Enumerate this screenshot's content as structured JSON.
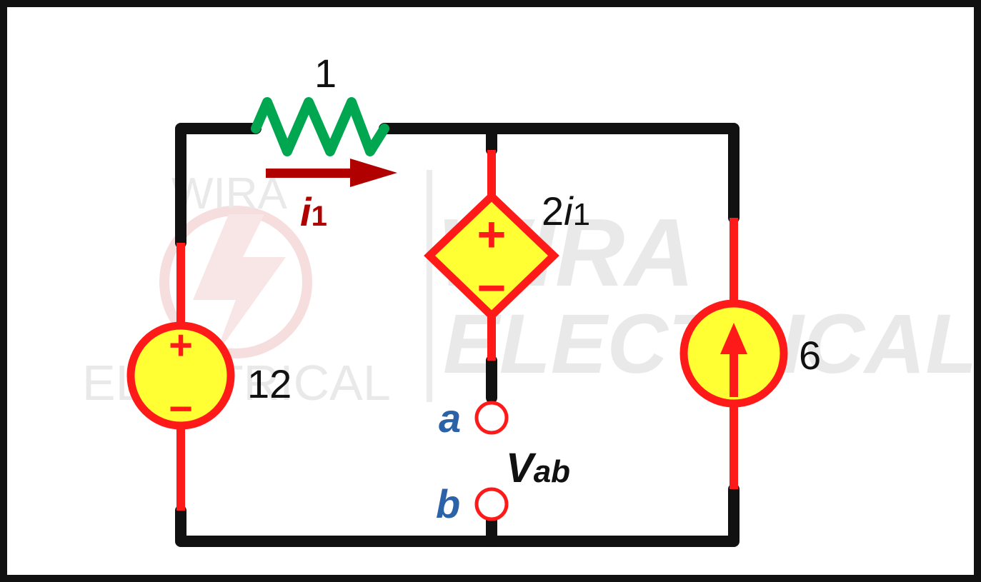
{
  "diagram": {
    "type": "circuit",
    "watermark": {
      "left_top": "WIRA",
      "left_bottom": "ELECTRICAL",
      "right_top": "WIRA",
      "right_bottom": "ELECTRICAL"
    },
    "resistor": {
      "value": "1"
    },
    "current_label": {
      "symbol": "i",
      "subscript": "1"
    },
    "voltage_source": {
      "value": "12",
      "plus": "+",
      "minus": "−"
    },
    "dependent_source": {
      "coefficient": "2",
      "symbol": "i",
      "subscript": "1",
      "plus": "+",
      "minus": "−"
    },
    "current_source": {
      "value": "6"
    },
    "terminals": {
      "a": "a",
      "b": "b"
    },
    "vab_label": {
      "main": "V",
      "subscript": "ab"
    },
    "colors": {
      "wire_black": "#111111",
      "wire_red": "#ff1a1a",
      "resistor_green": "#00a650",
      "source_fill": "#ffff33",
      "arrow_dark_red": "#b00000",
      "terminal_blue": "#2b62a8"
    }
  }
}
